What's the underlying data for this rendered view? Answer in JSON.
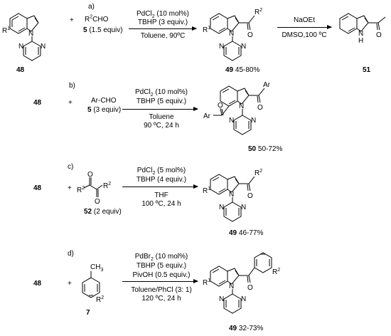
{
  "a": {
    "letter": "a)",
    "sm_label": "48",
    "plus": "+",
    "reagent_R": "R",
    "reagent_sup": "2",
    "reagent_rest": "CHO",
    "reagent_eq_bold": "5",
    "reagent_eq": " (1.5 equiv)",
    "cond1": "PdCl",
    "cond1_sub": "2",
    "cond1_rest": " (10 mol%)",
    "cond2": "TBHP (3 equiv.)",
    "cond3": "Toluene, 90ºC",
    "prod_label": "49",
    "prod_yield": " 45-80%",
    "step2_top": "NaOEt",
    "step2_bottom": "DMSO,100 ºC",
    "final_label": "51"
  },
  "b": {
    "letter": "b)",
    "sm_label": "48",
    "plus": "+",
    "reagent": "Ar-CHO",
    "reagent_eq_bold": "5",
    "reagent_eq": " (3  equiv)",
    "cond1": "PdCl",
    "cond1_sub": "2",
    "cond1_rest": " (10 mol%)",
    "cond2": "TBHP (5 equiv.)",
    "cond3": "Toluene",
    "cond4": "90 ºC, 24 h",
    "prod_label": "50",
    "prod_yield": " 50-72%"
  },
  "c": {
    "letter": "c)",
    "sm_label": "48",
    "plus": "+",
    "reagent_eq_bold": "52",
    "reagent_eq": " (2  equiv)",
    "cond1": "PdCl",
    "cond1_sub": "2",
    "cond1_rest": " (5 mol%)",
    "cond2": "TBHP (4 equiv.)",
    "cond3": "THF",
    "cond4": "100 ºC, 24 h",
    "prod_label": "49",
    "prod_yield": " 46-77%"
  },
  "d": {
    "letter": "d)",
    "sm_label": "48",
    "plus": "+",
    "reagent_label": "7",
    "cond1": "PdBr",
    "cond1_sub": "2",
    "cond1_rest": " (10 mol%)",
    "cond2": "TBHP (5 equiv.)",
    "cond3": "PivOH (0.5 equiv.)",
    "cond4": "Toluene/PhCl (3: 1)",
    "cond5": "120 ºC, 24 h",
    "prod_label": "49",
    "prod_yield": " 32-73%"
  },
  "atoms": {
    "N": "N",
    "H": "H",
    "O": "O",
    "R1": "R",
    "R1_sup": "1",
    "R2": "R",
    "R2_sup": "2",
    "Ar": "Ar",
    "CH3": "CH",
    "CH3_sub": "3"
  }
}
